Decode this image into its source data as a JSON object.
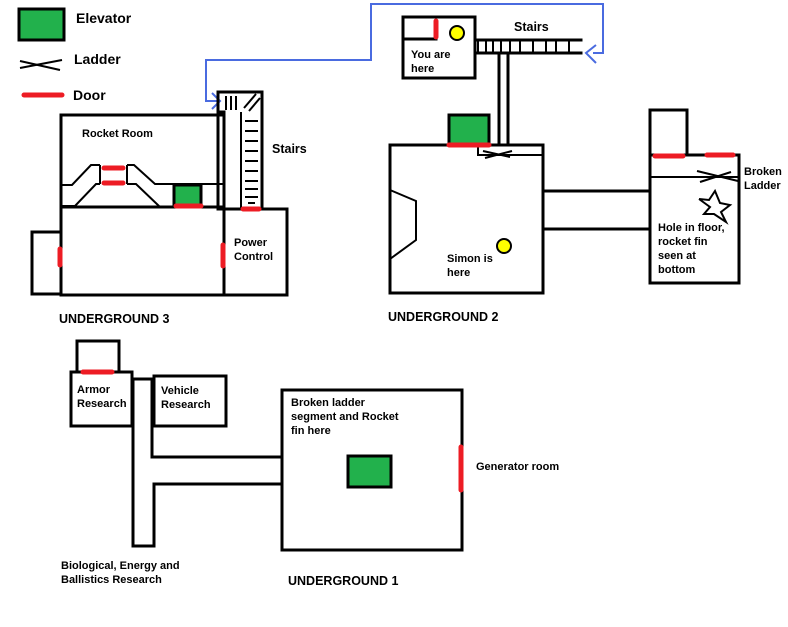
{
  "legend": {
    "elevator_label": "Elevator",
    "ladder_label": "Ladder",
    "door_label": "Door"
  },
  "colors": {
    "elevator": "#22b14c",
    "door": "#ed1c24",
    "marker": "#ffff00",
    "route": "#4a6be0",
    "wall": "#000000"
  },
  "underground3": {
    "title": "UNDERGROUND 3",
    "rooms": {
      "rocket_room": "Rocket Room",
      "power_control_line1": "Power",
      "power_control_line2": "Control",
      "stairs": "Stairs"
    }
  },
  "underground2": {
    "title": "UNDERGROUND 2",
    "rooms": {
      "you_are_here_line1": "You are",
      "you_are_here_line2": "here",
      "stairs": "Stairs",
      "simon_line1": "Simon is",
      "simon_line2": "here",
      "broken_ladder_line1": "Broken",
      "broken_ladder_line2": "Ladder",
      "hole_line1": "Hole in floor,",
      "hole_line2": "rocket fin",
      "hole_line3": "seen at",
      "hole_line4": "bottom"
    }
  },
  "underground1": {
    "title": "UNDERGROUND 1",
    "rooms": {
      "armor_line1": "Armor",
      "armor_line2": "Research",
      "vehicle_line1": "Vehicle",
      "vehicle_line2": "Research",
      "main_line1": "Broken ladder",
      "main_line2": "segment and Rocket",
      "main_line3": "fin here",
      "generator": "Generator room",
      "bio_line1": "Biological, Energy and",
      "bio_line2": "Ballistics Research"
    }
  }
}
